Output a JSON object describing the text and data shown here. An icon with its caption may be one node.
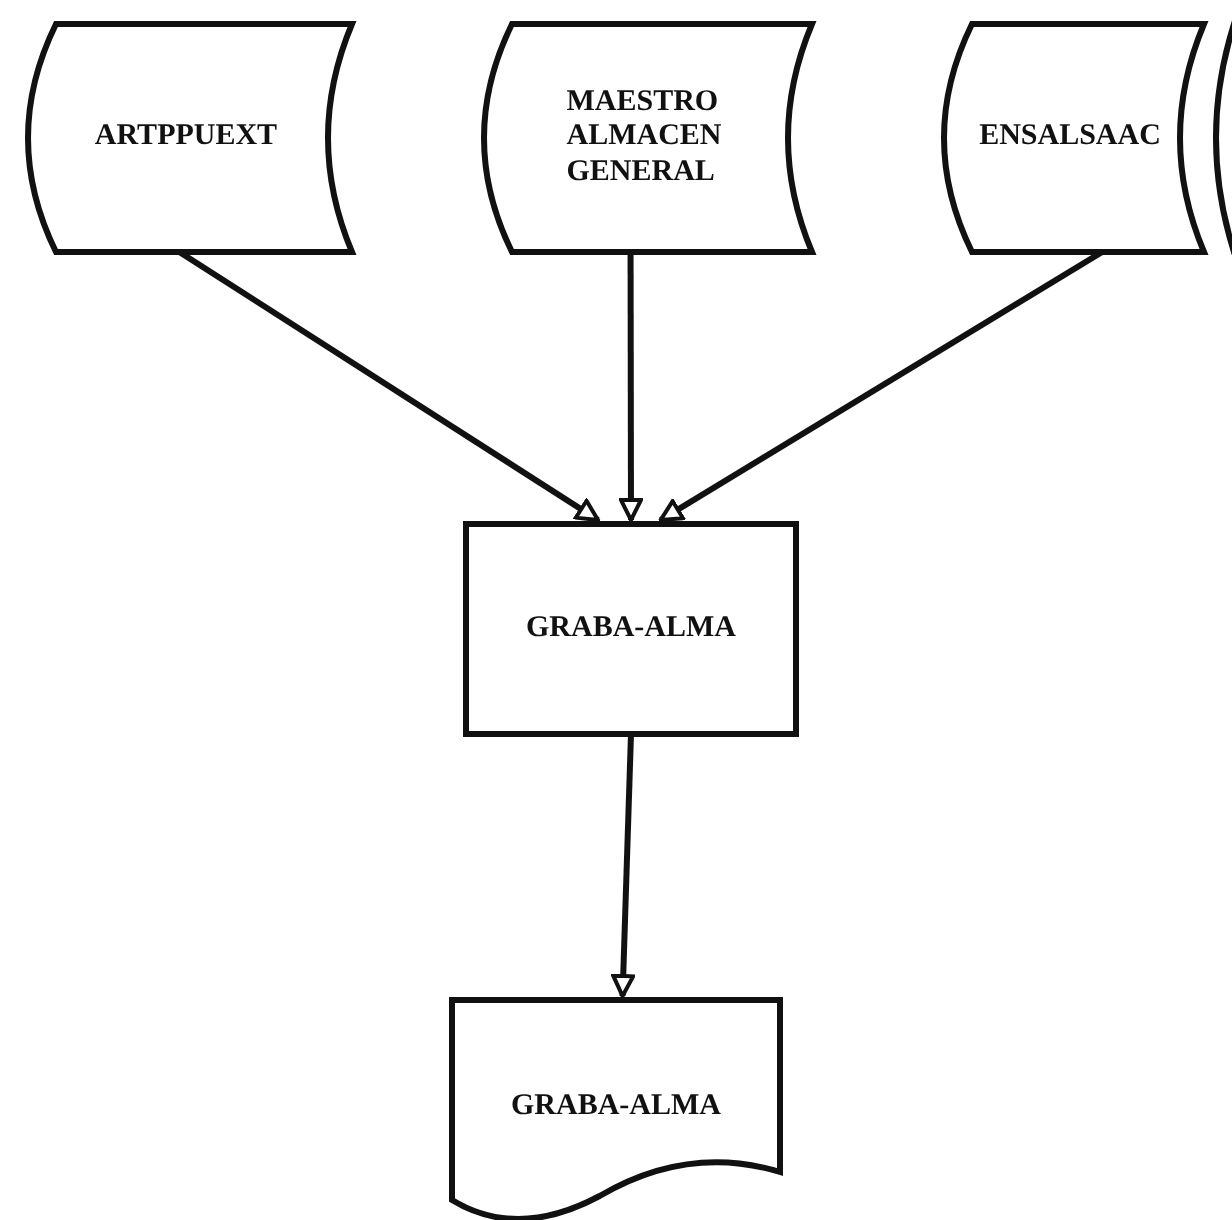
{
  "diagram": {
    "nodes": [
      {
        "text": [
          "ARTPPUEXT"
        ]
      },
      {
        "text": [
          "MAESTRO ALMACEN GENERAL"
        ]
      },
      {
        "text": [
          "ENSALSAAC"
        ]
      },
      {
        "text": [],
        "shape": "box"
      },
      {
        "text": [
          "GRABA-ALMA"
        ]
      },
      {
        "text": [
          "GRABA-ALMA"
        ]
      }
    ],
    "edges": [
      {
        "from": 0,
        "to": 4,
        "arrow": "to"
      },
      {
        "from": 1,
        "to": 4,
        "arrow": "to"
      },
      {
        "from": 2,
        "to": 4,
        "arrow": "to"
      },
      {
        "from": 4,
        "to": 5,
        "arrow": "to"
      }
    ]
  }
}
